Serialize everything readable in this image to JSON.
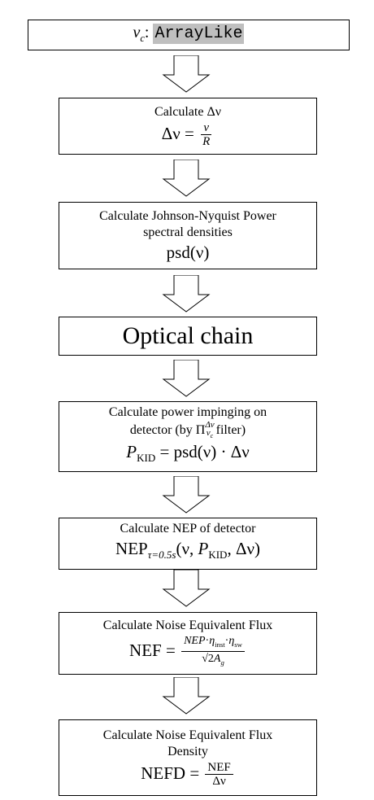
{
  "input": {
    "var_label": "ν",
    "var_sub": "c",
    "colon": ":",
    "type_label": "ArrayLike"
  },
  "steps": [
    {
      "caption": "Calculate Δν",
      "formula_lhs": "Δν = ",
      "frac_num": "ν",
      "frac_den": "R"
    },
    {
      "caption_line1": "Calculate Johnson-Nyquist Power",
      "caption_line2": "spectral densities",
      "formula": "psd(ν)"
    },
    {
      "title": "Optical chain"
    },
    {
      "caption_line1": "Calculate power impinging  on",
      "caption_prefix": "detector (by Π",
      "caption_sup": "Δν",
      "caption_sub": "ν",
      "caption_subsub": "c",
      "caption_suffix": "filter)",
      "formula_P": "P",
      "formula_sub": "KID",
      "formula_rhs": " = psd(ν) · Δν"
    },
    {
      "caption": "Calculate NEP of detector",
      "formula_nep": "NEP",
      "formula_sub": "τ=0.5s",
      "formula_args_a": "(ν, ",
      "formula_P": "P",
      "formula_Psub": "KID",
      "formula_args_b": ", Δν)"
    },
    {
      "caption": "Calculate Noise Equivalent Flux",
      "formula_lhs": "NEF = ",
      "num_nep": "NEP",
      "num_dot1": "·",
      "num_eta1": "η",
      "num_eta1_sub": "inst",
      "num_dot2": "·",
      "num_eta2": "η",
      "num_eta2_sub": "sw",
      "den_sqrt": "√2",
      "den_A": "A",
      "den_A_sub": "g"
    },
    {
      "caption_line1": "Calculate Noise Equivalent Flux",
      "caption_line2": "Density",
      "formula_lhs": "NEFD = ",
      "frac_num": "NEF",
      "frac_den": "Δν"
    }
  ]
}
